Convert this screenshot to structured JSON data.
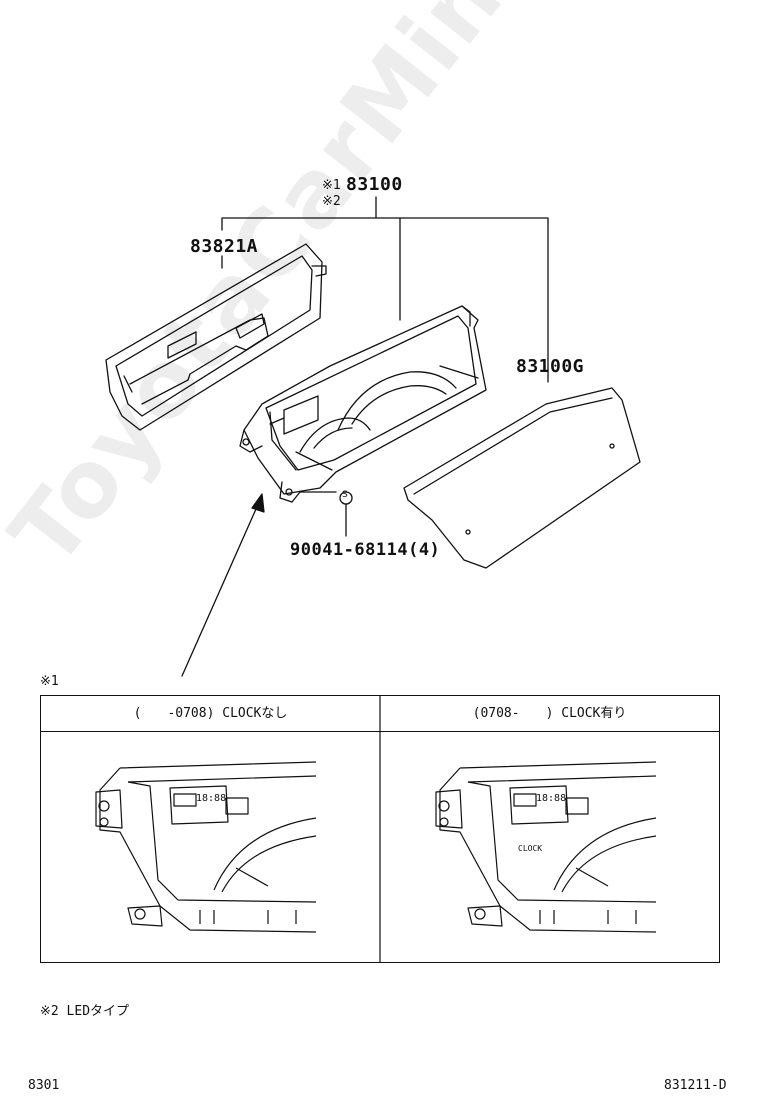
{
  "watermark": "ToyotaCarMine.ru",
  "parts": {
    "main_refs": [
      "※1",
      "※2"
    ],
    "main_number": "83100",
    "left_panel": "83821A",
    "right_cover": "83100G",
    "screw": "90041-68114(4)",
    "screw_symbol": "S"
  },
  "variants_note": "※1",
  "variants_table": {
    "headers": [
      "(　　-0708) CLOCKなし",
      "(0708-　　) CLOCK有り"
    ]
  },
  "cluster_labels": {
    "display_left": "18:88",
    "display_right": "18:88",
    "clock": "CLOCK"
  },
  "footnote": "※2 LEDタイプ",
  "footer": {
    "left_code": "8301",
    "right_code": "831211-D"
  }
}
